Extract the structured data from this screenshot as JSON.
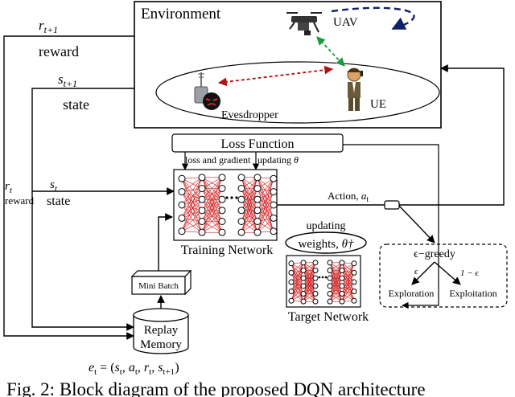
{
  "environment": {
    "title": "Environment",
    "uav": "UAV",
    "ue": "UE",
    "eavesdropper": "Evesdropper"
  },
  "signals": {
    "r_next": "r",
    "r_next_sub": "t+1",
    "reward_top": "reward",
    "s_next": "s",
    "s_next_sub": "t+1",
    "state_top": "state",
    "r_t": "r",
    "r_t_sub": "t",
    "reward_left": "reward",
    "s_t": "s",
    "s_t_sub": "t",
    "state_left": "state",
    "action": "Action, ",
    "action_var": "a",
    "action_sub": "t"
  },
  "loss": {
    "title": "Loss Function",
    "left_label": "loss and gradient",
    "right_label": "updating ",
    "theta": "θ"
  },
  "training_network": {
    "label": "Training Network"
  },
  "target_network": {
    "label": "Target Network",
    "updating": "updating",
    "weights": "weights, ",
    "theta_dagger": "θ†"
  },
  "policy": {
    "title": "ϵ−greedy",
    "eps": "ϵ",
    "one_minus_eps": "1 − ϵ",
    "exploration": "Exploration",
    "exploitation": "Exploitation"
  },
  "memory": {
    "mini_batch": "Mini Batch",
    "replay1": "Replay",
    "replay2": "Memory",
    "experience": "e",
    "experience_sub": "t",
    "experience_rhs": " = (s",
    "exp_tuple": "t, at, rt, st+1)"
  },
  "caption": "Fig. 2: Block diagram of the proposed DQN architecture"
}
